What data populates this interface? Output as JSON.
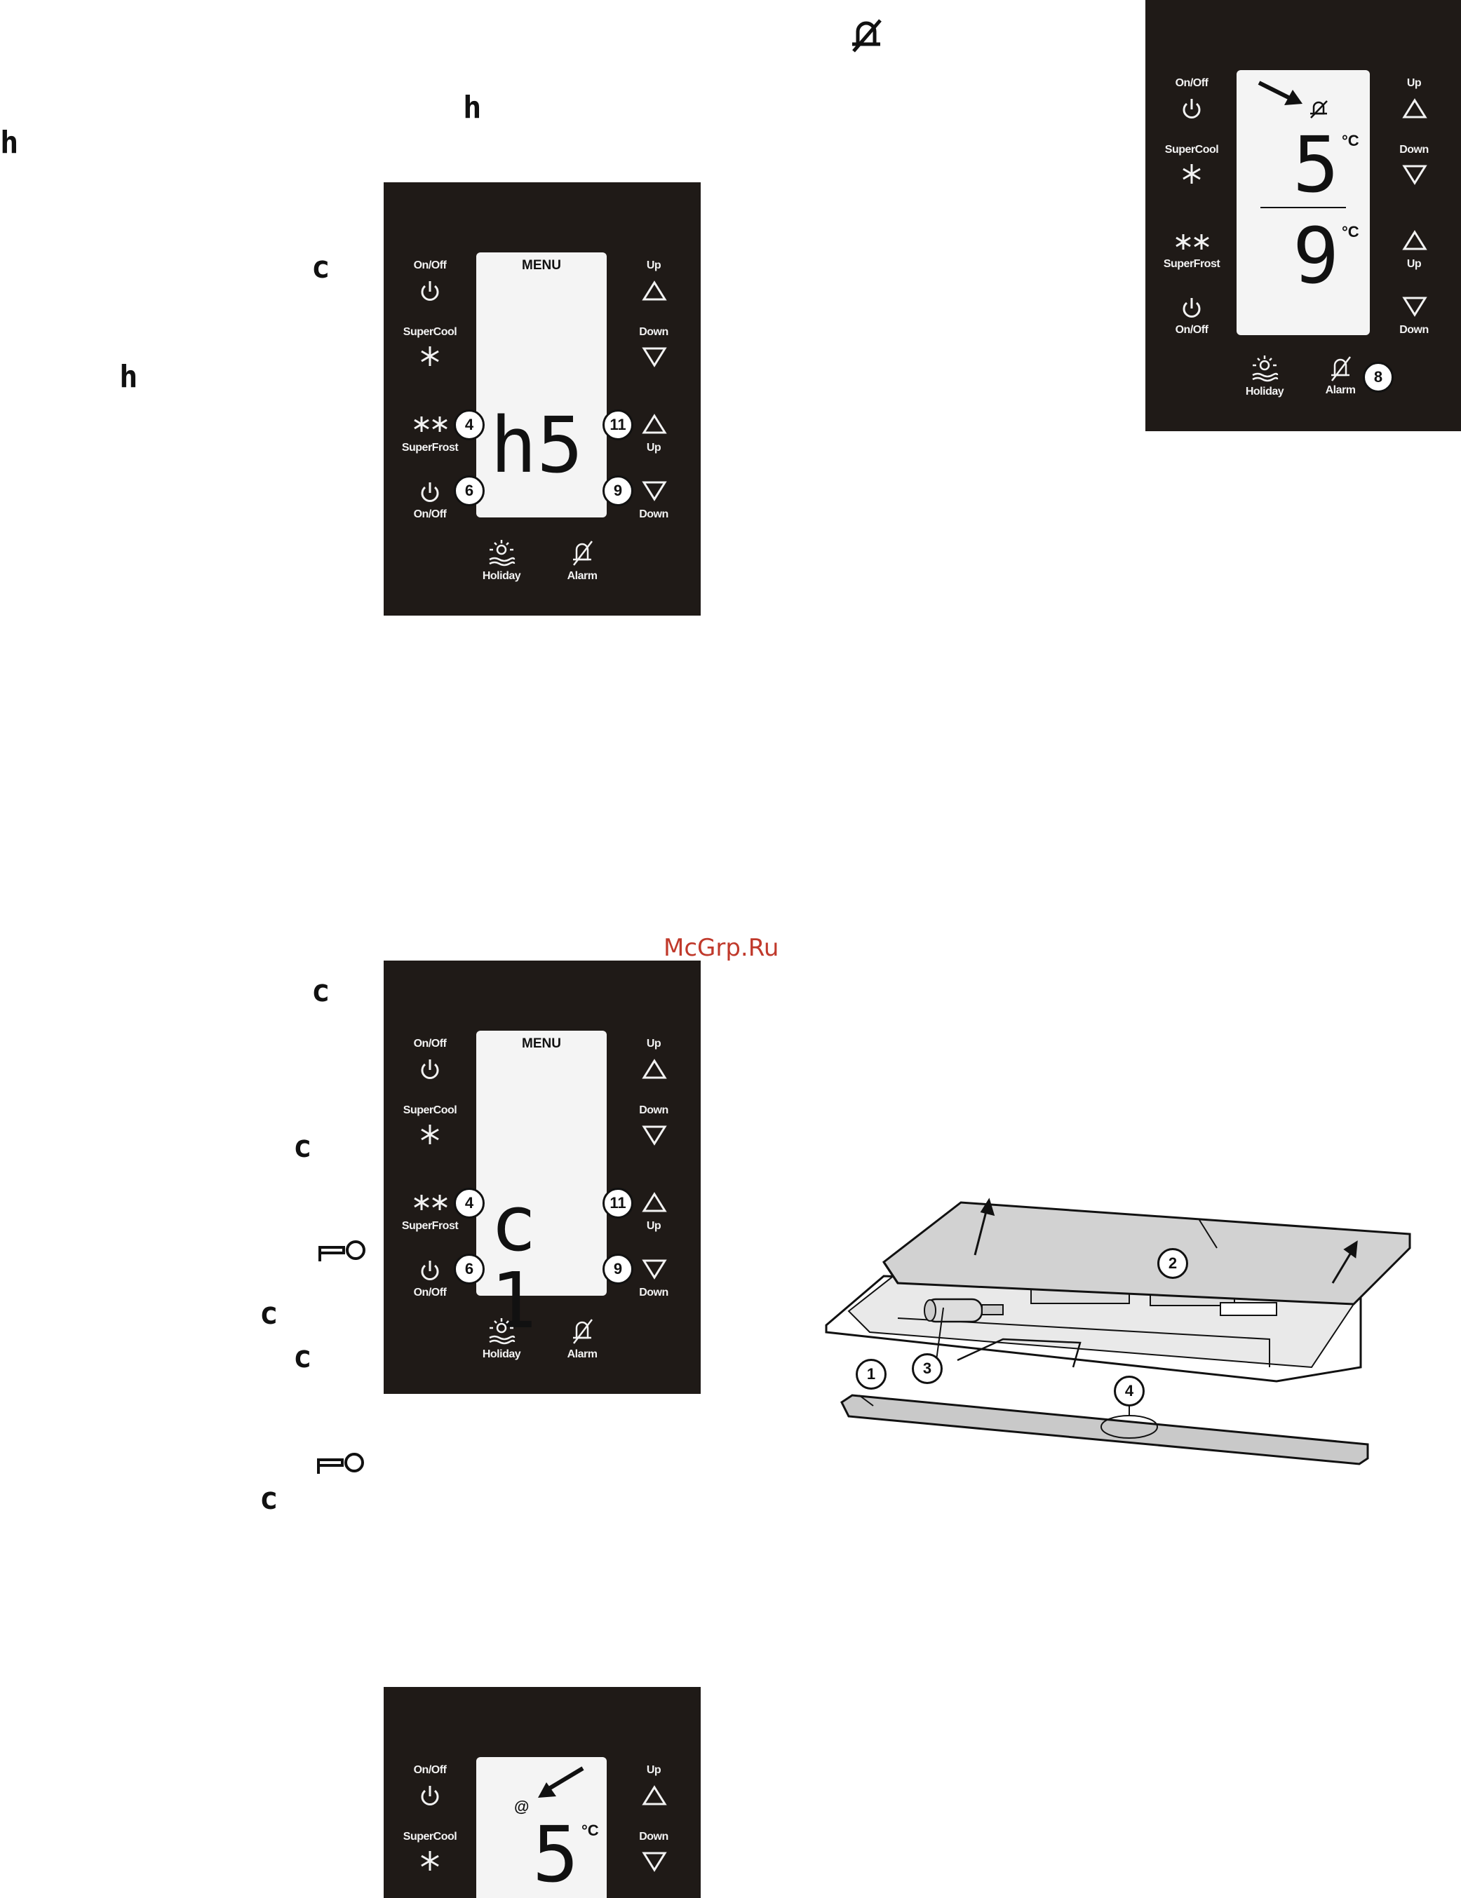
{
  "watermark": "McGrp.Ru",
  "buttons": {
    "on_off": "On/Off",
    "supercool": "SuperCool",
    "superfrost": "SuperFrost",
    "up": "Up",
    "down": "Down",
    "holiday": "Holiday",
    "alarm": "Alarm"
  },
  "panel_menu_h": {
    "menu_label": "MENU",
    "display": "h5",
    "callouts": {
      "superfrost": "4",
      "onoff": "6",
      "up": "11",
      "down": "9"
    }
  },
  "panel_menu_c": {
    "menu_label": "MENU",
    "display": "c 1",
    "callouts": {
      "superfrost": "4",
      "onoff": "6",
      "up": "11",
      "down": "9"
    }
  },
  "panel_alarm_off": {
    "top_value": "5",
    "bottom_value": "9",
    "unit": "°C",
    "callouts": {
      "alarm": "8"
    }
  },
  "panel_bottom": {
    "indicator": "@",
    "value": "5",
    "unit": "°C"
  },
  "side_glyphs": {
    "h": "h",
    "c": "c"
  },
  "filter_diagram": {
    "callouts": [
      "1",
      "2",
      "3",
      "4"
    ]
  }
}
